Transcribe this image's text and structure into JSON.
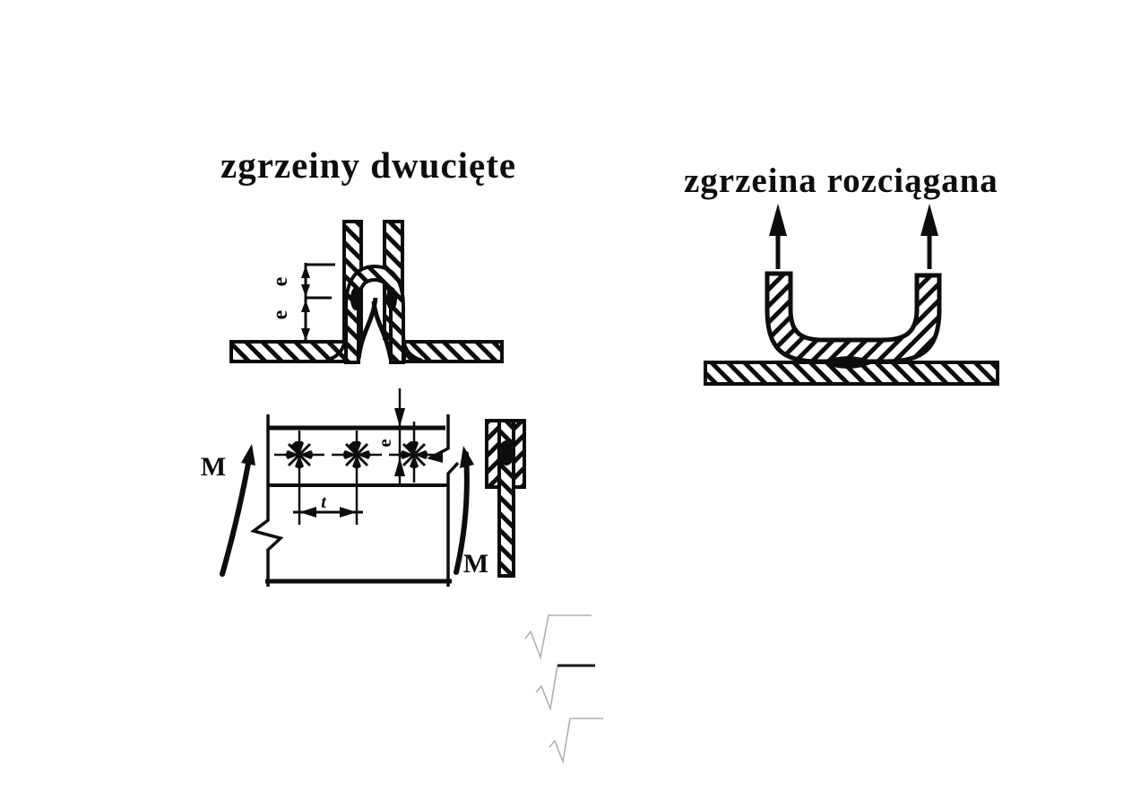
{
  "document": {
    "background": "#ffffff",
    "ink": "#0d0d0d",
    "faint_mark_color": "#b5b5b5"
  },
  "left_figure": {
    "title": "zgrzeiny dwucięte",
    "cross_section": {
      "dimension_labels": {
        "e_upper": "e",
        "e_lower": "e"
      },
      "weld_nugget_count": 2
    },
    "plan_view": {
      "moment_left": "M",
      "moment_right": "M",
      "weld_pitch_label": "t",
      "edge_distance_label": "e",
      "weld_symbol_count": 3
    }
  },
  "right_figure": {
    "title": "zgrzeina rozciągana",
    "tension_arrow_count": 2,
    "weld_nugget_count": 1
  },
  "stray_marks": {
    "glyph": "√",
    "count": 3
  }
}
